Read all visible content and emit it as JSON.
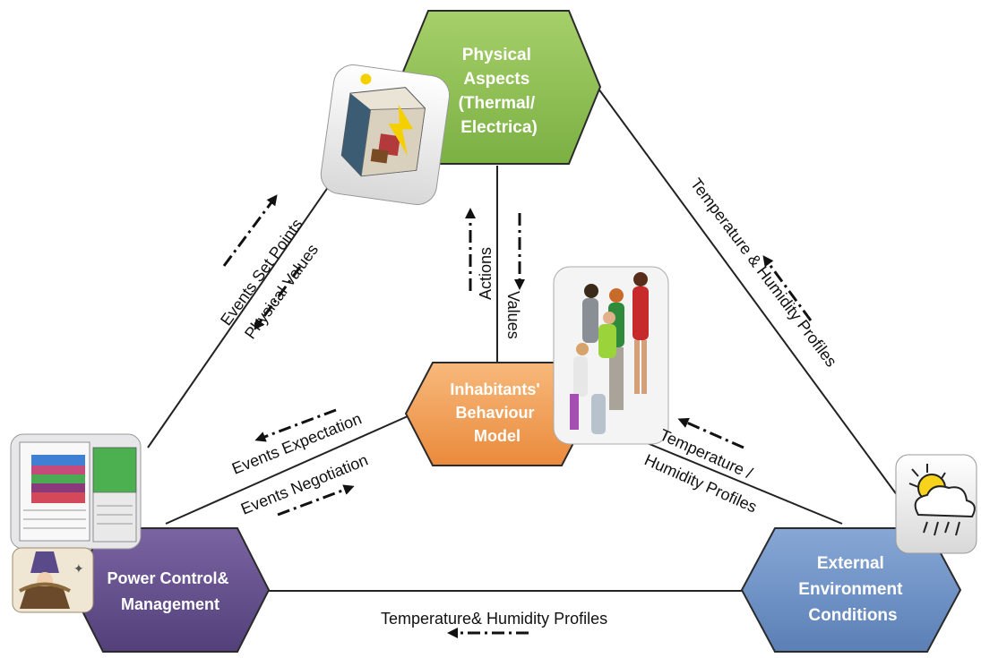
{
  "nodes": {
    "physical": {
      "lines": [
        "Physical",
        "Aspects",
        "(Thermal/",
        "Electrica)"
      ],
      "color": "#8dbf52"
    },
    "inhabitants": {
      "lines": [
        "Inhabitants'",
        "Behaviour",
        "Model"
      ],
      "color": "#f2a15a"
    },
    "power": {
      "lines": [
        "Power Control&",
        "Management"
      ],
      "color": "#65508a"
    },
    "external": {
      "lines": [
        "External",
        "Environment",
        "Conditions"
      ],
      "color": "#6f93c5"
    }
  },
  "edge_labels": {
    "events_set_points": "Events Set Points",
    "physical_values": "Physical Values",
    "actions": "Actions",
    "values": "Values",
    "temp_hum_right": "Temperature & Humidity Profiles",
    "events_expectation": "Events Expectation",
    "events_negotiation": "Events Negotiation",
    "temp_slash": "Temperature /",
    "humidity_profiles": "Humidity Profiles",
    "temp_hum_bottom": "Temperature& Humidity Profiles"
  },
  "icons": {
    "room": "room-model-icon",
    "people": "people-group-icon",
    "software": "software-screenshot-icon",
    "wizard": "wizard-icon",
    "weather": "weather-sun-cloud-rain-icon"
  }
}
